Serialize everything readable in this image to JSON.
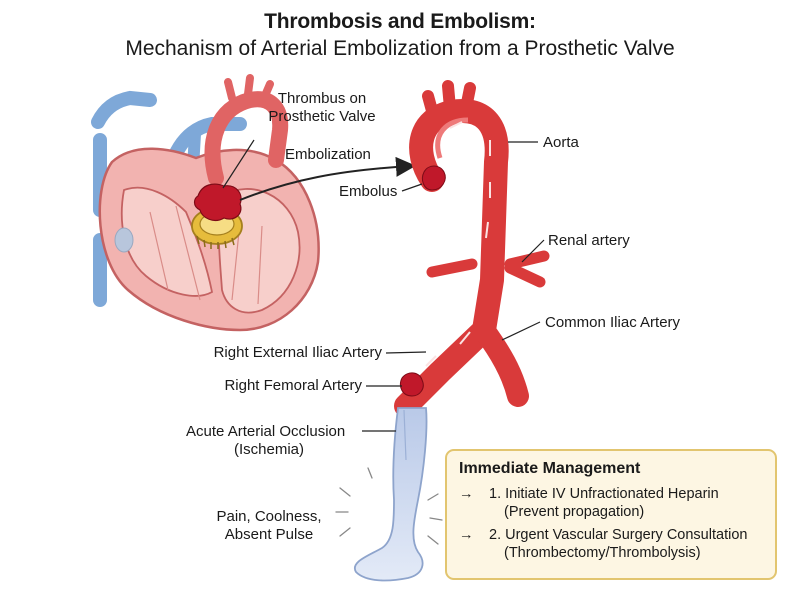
{
  "title": {
    "line1": "Thrombosis and Embolism:",
    "line2": "Mechanism of Arterial Embolization from a Prosthetic Valve"
  },
  "labels": {
    "thrombus": [
      "Thrombus on",
      "Prosthetic Valve"
    ],
    "embolization": "Embolization",
    "embolus": "Embolus",
    "aorta": "Aorta",
    "renal_artery": "Renal artery",
    "common_iliac": "Common Iliac Artery",
    "right_external_iliac": "Right External Iliac Artery",
    "right_femoral": "Right Femoral Artery",
    "occlusion": [
      "Acute Arterial Occlusion",
      "(Ischemia)"
    ],
    "symptoms": [
      "Pain, Coolness,",
      "Absent Pulse"
    ]
  },
  "management": {
    "title": "Immediate Management",
    "arrow_glyph": "→",
    "steps": [
      {
        "text": "1. Initiate IV Unfractionated Heparin",
        "detail": "(Prevent propagation)"
      },
      {
        "text": "2. Urgent Vascular Surgery Consultation",
        "detail": "(Thrombectomy/Thrombolysis)"
      }
    ]
  },
  "colors": {
    "artery_red": "#d93a3a",
    "artery_dark": "#b52424",
    "heart_pink": "#f2b3b0",
    "heart_outline": "#c46262",
    "vein_blue": "#7ea8d8",
    "clot": "#c0182a",
    "valve_gold": "#e6bc3c",
    "leg_blue": "#cdd9ef",
    "box_fill": "#fdf6e3",
    "box_border": "#e2c56f"
  }
}
